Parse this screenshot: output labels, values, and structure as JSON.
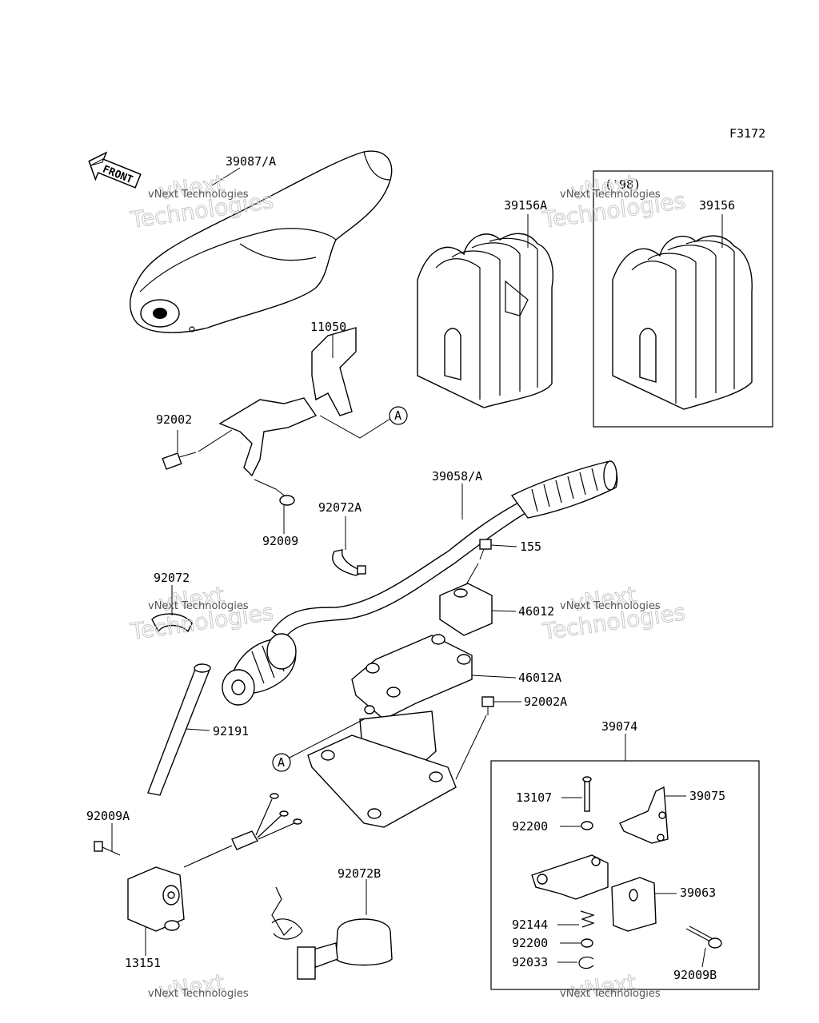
{
  "figure_code": "F3172",
  "front_label": "FRONT",
  "ref_marker": "A",
  "watermark": {
    "line1": "vNext",
    "line2": "Technologies",
    "small": "vNext Technologies"
  },
  "optional_box_note": "('98)",
  "parts": [
    {
      "id": "seat",
      "number": "39087/A"
    },
    {
      "id": "cover-a",
      "number": "39156A"
    },
    {
      "id": "cover",
      "number": "39156"
    },
    {
      "id": "bracket",
      "number": "11050"
    },
    {
      "id": "bolt-92002",
      "number": "92002"
    },
    {
      "id": "screw-92009",
      "number": "92009"
    },
    {
      "id": "handlebar",
      "number": "39058/A"
    },
    {
      "id": "band-92072a",
      "number": "92072A"
    },
    {
      "id": "bolt-155",
      "number": "155"
    },
    {
      "id": "clamp-92072",
      "number": "92072"
    },
    {
      "id": "holder-46012",
      "number": "46012"
    },
    {
      "id": "holder-46012a",
      "number": "46012A"
    },
    {
      "id": "bolt-92002a",
      "number": "92002A"
    },
    {
      "id": "tube-92191",
      "number": "92191"
    },
    {
      "id": "lever-assy-39074",
      "number": "39074"
    },
    {
      "id": "pin-13107",
      "number": "13107"
    },
    {
      "id": "lever-39075",
      "number": "39075"
    },
    {
      "id": "washer-92200-a",
      "number": "92200"
    },
    {
      "id": "bolt-92009a",
      "number": "92009A"
    },
    {
      "id": "band-92072b",
      "number": "92072B"
    },
    {
      "id": "holder-39063",
      "number": "39063"
    },
    {
      "id": "spring-92144",
      "number": "92144"
    },
    {
      "id": "washer-92200-b",
      "number": "92200"
    },
    {
      "id": "ring-92033",
      "number": "92033"
    },
    {
      "id": "screw-92009b",
      "number": "92009B"
    },
    {
      "id": "switch-13151",
      "number": "13151"
    }
  ]
}
